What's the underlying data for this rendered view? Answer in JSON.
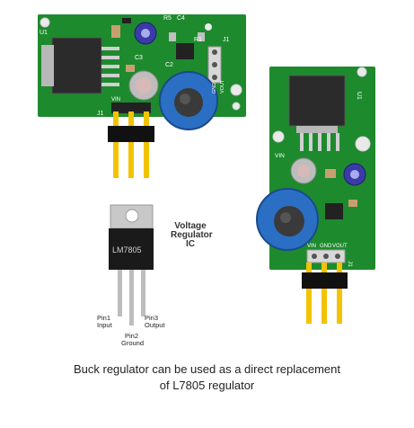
{
  "board_left": {
    "silkscreen": {
      "u1": "U1",
      "r5": "R5",
      "c4": "C4",
      "r1": "R1",
      "j1": "J1",
      "c3": "C3",
      "c2": "C2",
      "j1_bottom": "J1",
      "pins": [
        "VIN",
        "GND",
        "VOUT"
      ]
    }
  },
  "board_right": {
    "silkscreen": {
      "u1": "U1",
      "vin": "VIN",
      "j1": "J1",
      "pins": [
        "VIN",
        "GND",
        "VOUT"
      ]
    }
  },
  "regulator": {
    "part": "LM7805",
    "title_lines": [
      "Voltage",
      "Regulator",
      "IC"
    ],
    "pin1": [
      "Pin1",
      "Input"
    ],
    "pin2": [
      "Pin2",
      "Ground"
    ],
    "pin3": [
      "Pin3",
      "Output"
    ]
  },
  "caption": {
    "line1": "Buck regulator can be used as a direct replacement",
    "line2": "of L7805 regulator"
  },
  "colors": {
    "pcb_green": "#1e8a2e",
    "pcb_dark": "#16701f",
    "inductor_blue": "#2a6fc4",
    "header_black": "#111111",
    "pin_gold": "#f2c300",
    "regulator_body": "#1a1a1a",
    "tab_metal": "#c8c8c8"
  }
}
